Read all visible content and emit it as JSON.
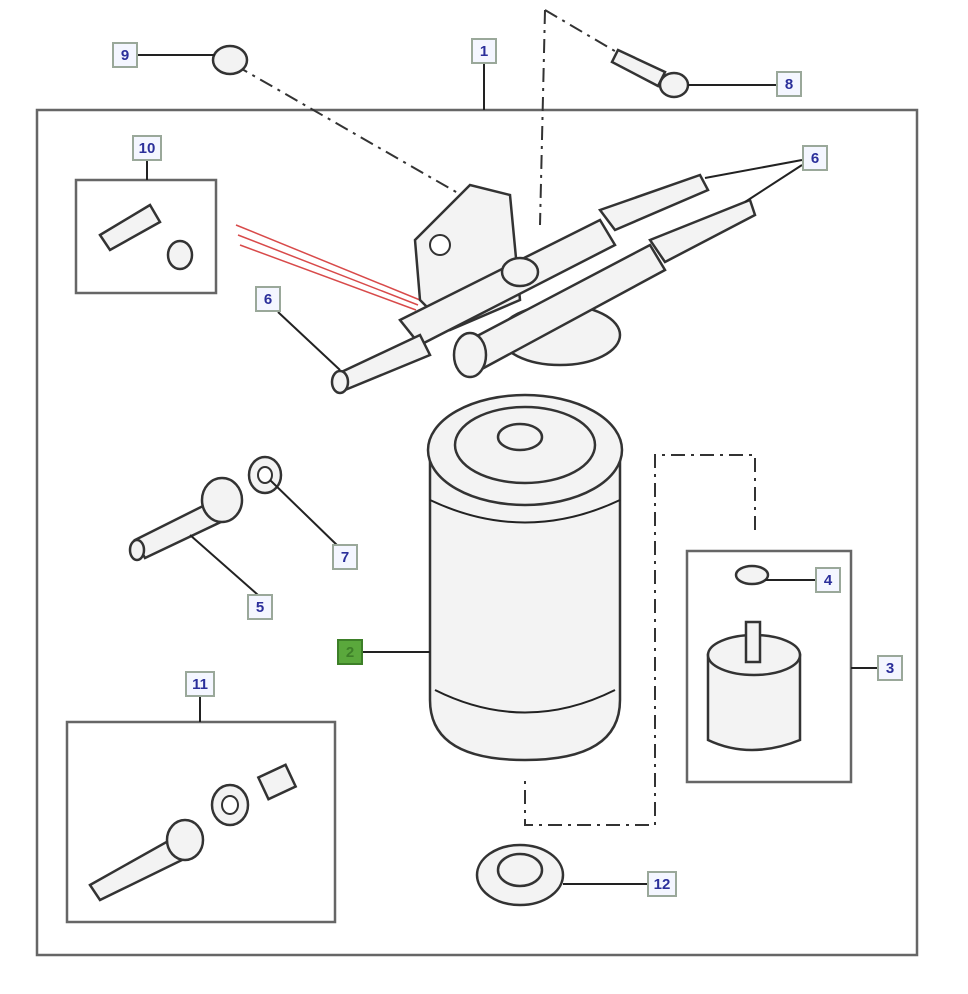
{
  "diagram": {
    "callouts": [
      {
        "id": "9",
        "label": "9"
      },
      {
        "id": "1",
        "label": "1"
      },
      {
        "id": "8",
        "label": "8"
      },
      {
        "id": "10",
        "label": "10"
      },
      {
        "id": "6a",
        "label": "6"
      },
      {
        "id": "6b",
        "label": "6"
      },
      {
        "id": "7",
        "label": "7"
      },
      {
        "id": "5",
        "label": "5"
      },
      {
        "id": "2",
        "label": "2",
        "selected": true
      },
      {
        "id": "4",
        "label": "4"
      },
      {
        "id": "3",
        "label": "3"
      },
      {
        "id": "11",
        "label": "11"
      },
      {
        "id": "12",
        "label": "12"
      }
    ],
    "colors": {
      "selected": "#5aa83c",
      "callout_text": "#2b2f9a",
      "highlight_line": "#d84a4a"
    }
  }
}
